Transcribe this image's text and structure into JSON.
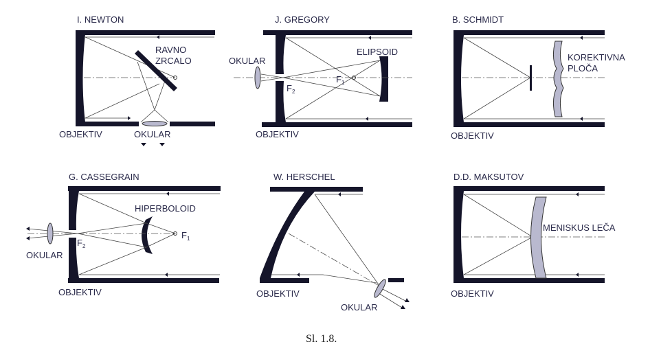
{
  "caption": "Sl. 1.8.",
  "telescopes": {
    "newton": {
      "title": "I. NEWTON",
      "flat_mirror_1": "RAVNO",
      "flat_mirror_2": "ZRCALO",
      "objective": "OBJEKTIV",
      "eyepiece": "OKULAR"
    },
    "gregory": {
      "title": "J. GREGORY",
      "secondary": "ELIPSOID",
      "eyepiece": "OKULAR",
      "f1": "F",
      "f1_sub": "1",
      "f2": "F",
      "f2_sub": "2",
      "objective": "OBJEKTIV"
    },
    "schmidt": {
      "title": "B. SCHMIDT",
      "corrector_1": "KOREKTIVNA",
      "corrector_2": "PLOČA",
      "objective": "OBJEKTIV"
    },
    "cassegrain": {
      "title": "G. CASSEGRAIN",
      "secondary": "HIPERBOLOID",
      "f1": "F",
      "f1_sub": "1",
      "f2": "F",
      "f2_sub": "2",
      "eyepiece": "OKULAR",
      "objective": "OBJEKTIV"
    },
    "herschel": {
      "title": "W. HERSCHEL",
      "objective": "OBJEKTIV",
      "eyepiece": "OKULAR"
    },
    "maksutov": {
      "title": "D.D. MAKSUTOV",
      "corrector": "MENISKUS LEČA",
      "objective": "OBJEKTIV"
    }
  }
}
